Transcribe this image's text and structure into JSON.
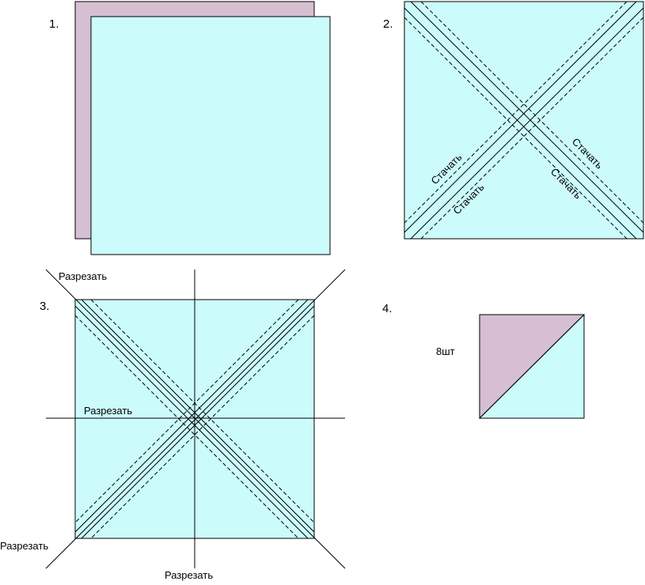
{
  "colors": {
    "light_fabric": "#ccfbfb",
    "dark_fabric": "#d6bfd2",
    "line": "#000000",
    "background": "#ffffff"
  },
  "steps": [
    {
      "number": "1."
    },
    {
      "number": "2.",
      "seam_labels": [
        "Стачать",
        "Стачать",
        "Стачать",
        "Стачать"
      ]
    },
    {
      "number": "3.",
      "cut_labels": [
        "Разрезать",
        "Разрезать",
        "Разрезать",
        "Разрезать"
      ]
    },
    {
      "number": "4.",
      "count_label": "8шт"
    }
  ]
}
